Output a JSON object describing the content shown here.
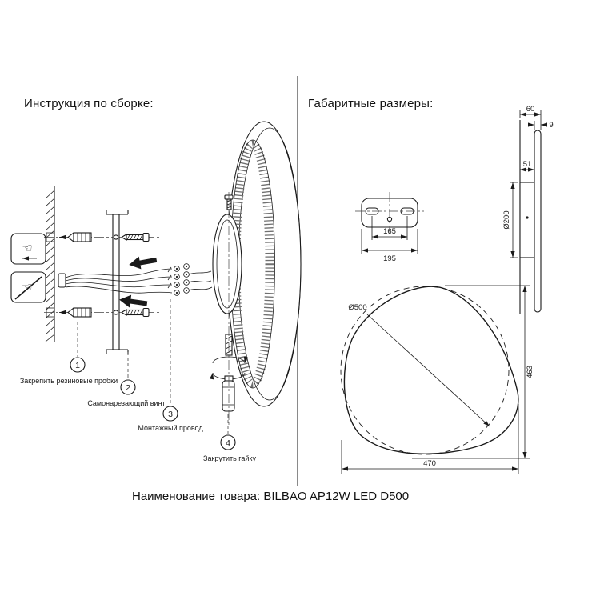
{
  "page": {
    "assembly_title": "Инструкция по сборке:",
    "dimensions_title": "Габаритные размеры:",
    "product_line": "Наименование товара: BILBAO AP12W LED D500"
  },
  "assembly": {
    "steps": [
      {
        "num": "1",
        "label": "Закрепить резиновые пробки"
      },
      {
        "num": "2",
        "label": "Самонарезающий винт"
      },
      {
        "num": "3",
        "label": "Монтажный провод"
      },
      {
        "num": "4",
        "label": "Закрутить гайку"
      }
    ],
    "icon_boxes": [
      {
        "name": "hand-press-icon",
        "glyph": "☜"
      },
      {
        "name": "hand-prohibited-icon",
        "glyph": "☜"
      }
    ]
  },
  "dimensions": {
    "plate_top_view": {
      "hole_spacing": "165",
      "width": "195"
    },
    "side_view": {
      "depth": "60",
      "thickness": "9",
      "bracket_depth": "51",
      "plate_diameter": "Ø200"
    },
    "front_view": {
      "diameter": "Ø500",
      "height": "463",
      "width": "470"
    }
  },
  "colors": {
    "ink": "#1a1a1a",
    "divider": "#8a8a8a"
  }
}
